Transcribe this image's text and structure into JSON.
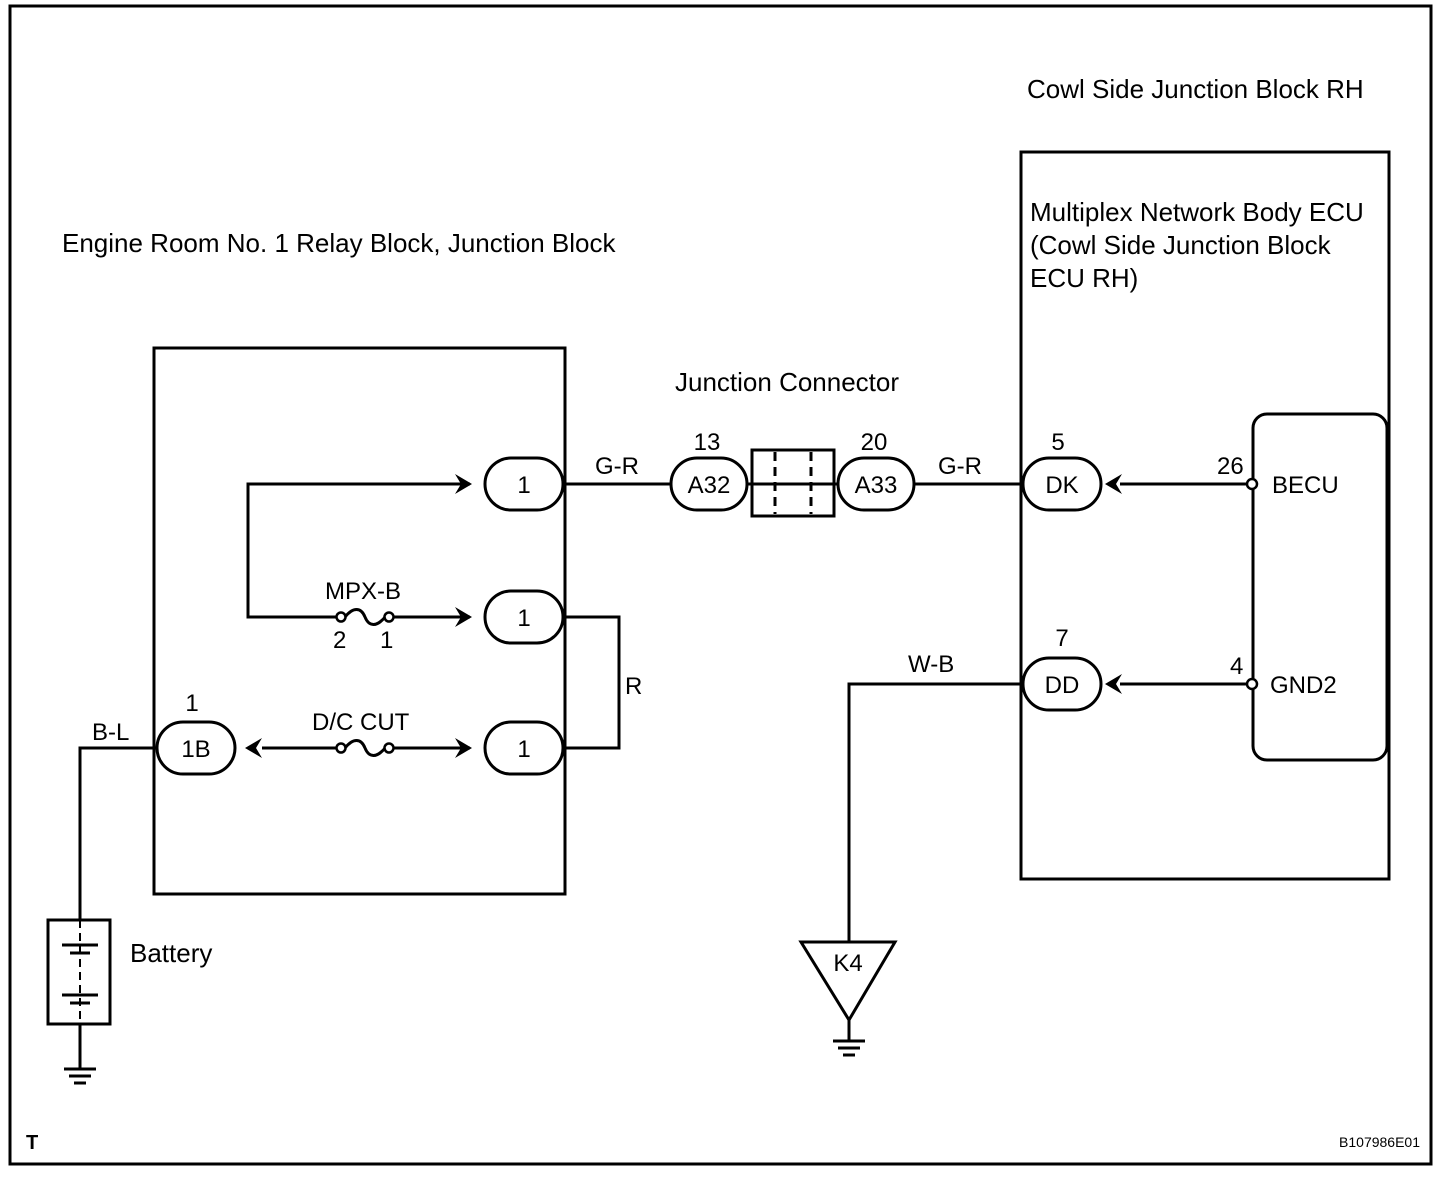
{
  "blocks": {
    "cowl_side_junction_block": "Cowl Side Junction Block RH",
    "ecu_name_line1": "Multiplex Network Body ECU",
    "ecu_name_line2": "(Cowl Side Junction Block",
    "ecu_name_line3": "ECU RH)",
    "engine_room_block": "Engine Room No. 1 Relay Block, Junction Block",
    "junction_connector": "Junction Connector",
    "battery": "Battery"
  },
  "fuses": {
    "mpx_b": {
      "label": "MPX-B",
      "pin_left": "2",
      "pin_right": "1"
    },
    "dc_cut": {
      "label": "D/C CUT"
    }
  },
  "connectors": {
    "relay_top": "1",
    "relay_mid": "1",
    "relay_bottom": "1",
    "relay_1b": {
      "name": "1B",
      "pin": "1"
    },
    "a32": {
      "name": "A32",
      "pin": "13"
    },
    "a33": {
      "name": "A33",
      "pin": "20"
    },
    "dk": {
      "name": "DK",
      "pin": "5"
    },
    "dd": {
      "name": "DD",
      "pin": "7"
    }
  },
  "ecu_terminals": {
    "becu": {
      "name": "BECU",
      "pin": "26"
    },
    "gnd2": {
      "name": "GND2",
      "pin": "4"
    }
  },
  "wires": {
    "gr_left": "G-R",
    "gr_right": "G-R",
    "r": "R",
    "bl": "B-L",
    "wb": "W-B"
  },
  "ground": {
    "name": "K4"
  },
  "footer": {
    "corner_mark": "T",
    "figure_id": "B107986E01"
  }
}
